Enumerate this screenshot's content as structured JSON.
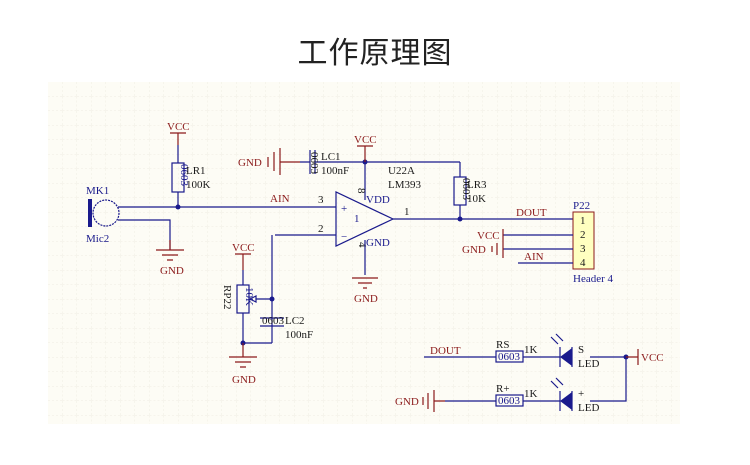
{
  "title": "工作原理图",
  "colors": {
    "wire": "#1a1a8c",
    "power": "#8b1a1a",
    "grid_bg": "#fdfcf5",
    "header_fill": "#ffffc0"
  },
  "mic": {
    "ref": "MK1",
    "value": "Mic2"
  },
  "lr1": {
    "ref": "LR1",
    "value": "100K",
    "pkg": "0603"
  },
  "lc1": {
    "ref": "LC1",
    "value": "100nF",
    "pkg": "0603"
  },
  "lr3": {
    "ref": "LR3",
    "value": "10K",
    "pkg": "0603"
  },
  "lc2": {
    "ref": "LC2",
    "value": "100nF",
    "pkg": "0603"
  },
  "rp22": {
    "ref": "RP22",
    "value": "10K"
  },
  "u22": {
    "ref": "U22A",
    "value": "LM393",
    "unit": "1",
    "pin_vdd": "8",
    "pin_gnd": "4",
    "pin_plus": "3",
    "pin_minus": "2",
    "pin_out": "1",
    "vdd_label": "VDD",
    "gnd_label": "GND",
    "plus": "+",
    "minus": "−"
  },
  "header": {
    "ref": "P22",
    "value": "Header 4",
    "pins": [
      "1",
      "2",
      "3",
      "4"
    ]
  },
  "nets": {
    "vcc": "VCC",
    "gnd": "GND",
    "ain": "AIN",
    "dout": "DOUT"
  },
  "leds": [
    {
      "res_ref": "RS",
      "res_pkg": "0603",
      "res_value": "1K",
      "led_ref": "S",
      "led_value": "LED"
    },
    {
      "res_ref": "R+",
      "res_pkg": "0603",
      "res_value": "1K",
      "led_ref": "+",
      "led_value": "LED"
    }
  ]
}
